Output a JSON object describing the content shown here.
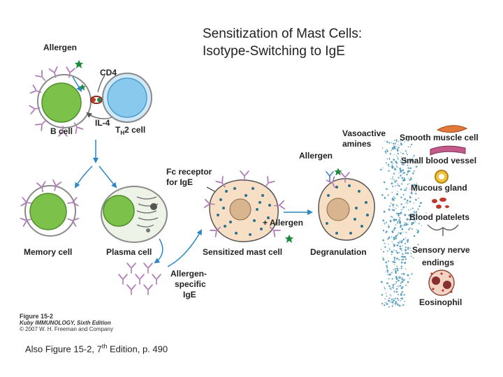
{
  "title": {
    "line1": "Sensitization of Mast Cells:",
    "line2": "Isotype-Switching to IgE"
  },
  "labels": {
    "allergen_top": "Allergen",
    "cd4": "CD4",
    "il4": "IL-4",
    "b_cell": "B cell",
    "th2_cell": "T",
    "th2_sub": "H",
    "th2_suffix": "2 cell",
    "memory_cell": "Memory cell",
    "plasma_cell": "Plasma cell",
    "fc_receptor_line1": "Fc receptor",
    "fc_receptor_line2": "for IgE",
    "plus_allergen": "+ Allergen",
    "sensitized_mast_cell": "Sensitized mast cell",
    "allergen_specific_line1": "Allergen-",
    "allergen_specific_line2": "specific",
    "allergen_specific_line3": "IgE",
    "allergen_mid": "Allergen",
    "vasoactive_line1": "Vasoactive",
    "vasoactive_line2": "amines",
    "degranulation": "Degranulation"
  },
  "targets": [
    "Smooth muscle cell",
    "Small blood vessel",
    "Mucous gland",
    "Blood platelets",
    "Sensory nerve",
    "endings",
    "Eosinophil"
  ],
  "caption": {
    "figure": "Figure 15-2",
    "book": "Kuby IMMUNOLOGY, Sixth Edition",
    "copyright": "© 2007 W. H. Freeman and Company"
  },
  "footer": {
    "prefix": "Also Figure 15-2, 7",
    "sup": "th",
    "suffix": " Edition, p. 490"
  },
  "colors": {
    "b_cell_nucleus": "#7cc24a",
    "cell_body": "#ffffff",
    "cell_outline": "#7a7a7a",
    "th2_cell": "#8ac9ee",
    "th2_ring": "#cfe9f8",
    "mast_cell": "#f6dfc4",
    "granule": "#2c6f8f",
    "antibody": "#b07ab8",
    "allergen": "#1f8a3c",
    "arrow": "#2b86c5",
    "spray": "#5aa0bf"
  }
}
